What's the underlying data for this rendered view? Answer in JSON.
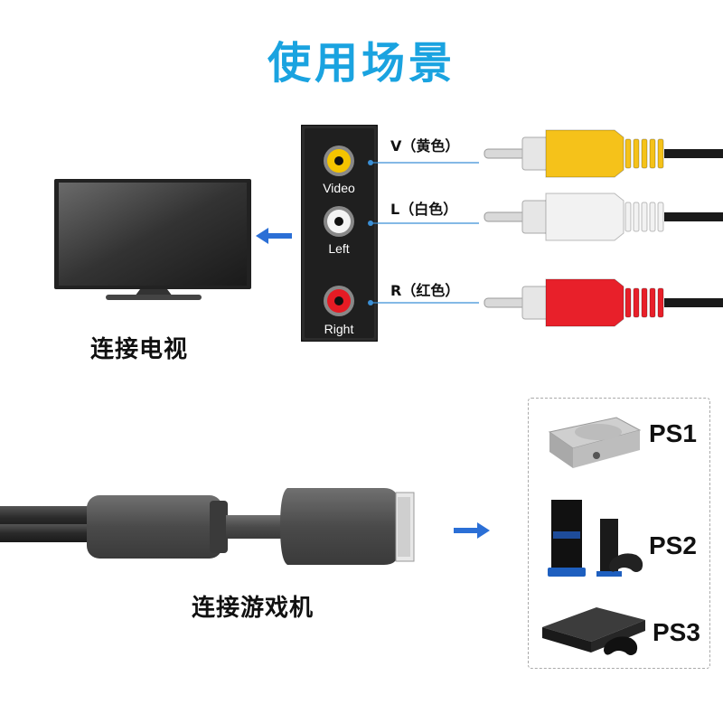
{
  "title": "使用场景",
  "tv": {
    "caption": "连接电视"
  },
  "panel": {
    "ports": [
      {
        "label": "Video",
        "color": "#f4c400"
      },
      {
        "label": "Left",
        "color": "#ffffff"
      },
      {
        "label": "Right",
        "color": "#e51b24"
      }
    ]
  },
  "cables": {
    "labels": [
      "V（黄色）",
      "L（白色）",
      "R（红色）"
    ],
    "colors": [
      "#f5c21a",
      "#f2f2f2",
      "#e8202a"
    ]
  },
  "console": {
    "caption": "连接游戏机",
    "items": [
      "PS1",
      "PS2",
      "PS3"
    ]
  },
  "colors": {
    "accent": "#1aa3e0",
    "arrow": "#2b6fd6"
  }
}
